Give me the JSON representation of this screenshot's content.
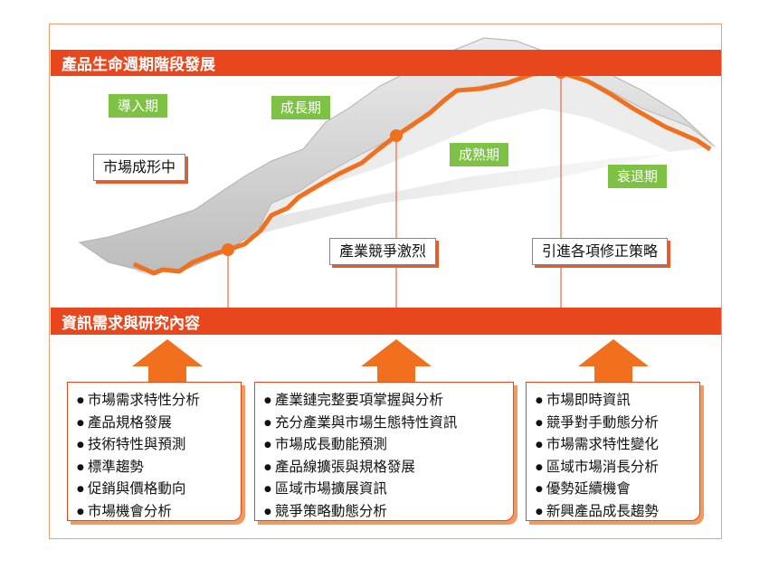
{
  "banners": {
    "top": "產品生命週期階段發展",
    "middle": "資訊需求與研究內容"
  },
  "stages": [
    "導入期",
    "成長期",
    "成熟期",
    "衰退期"
  ],
  "callouts": [
    "市場成形中",
    "產業競爭激烈",
    "引進各項修正策略"
  ],
  "columns": [
    {
      "items": [
        "市場需求特性分析",
        "產品規格發展",
        "技術特性與預測",
        "標準趨勢",
        "促銷與價格動向",
        "市場機會分析"
      ]
    },
    {
      "items": [
        "產業鏈完整要項掌握與分析",
        "充分產業與市場生態特性資訊",
        "市場成長動能預測",
        "產品線擴張與規格發展",
        "區域市場擴展資訊",
        "競爭策略動態分析"
      ]
    },
    {
      "items": [
        "市場即時資訊",
        "競爭對手動態分析",
        "市場需求特性變化",
        "區域市場消長分析",
        "優勢延續機會",
        "新興產品成長趨勢"
      ]
    }
  ],
  "colors": {
    "accent": "#e8471e",
    "stage_label": "#7dc245",
    "curve": "#f0701e",
    "ribbon": "#c9c9c9"
  }
}
